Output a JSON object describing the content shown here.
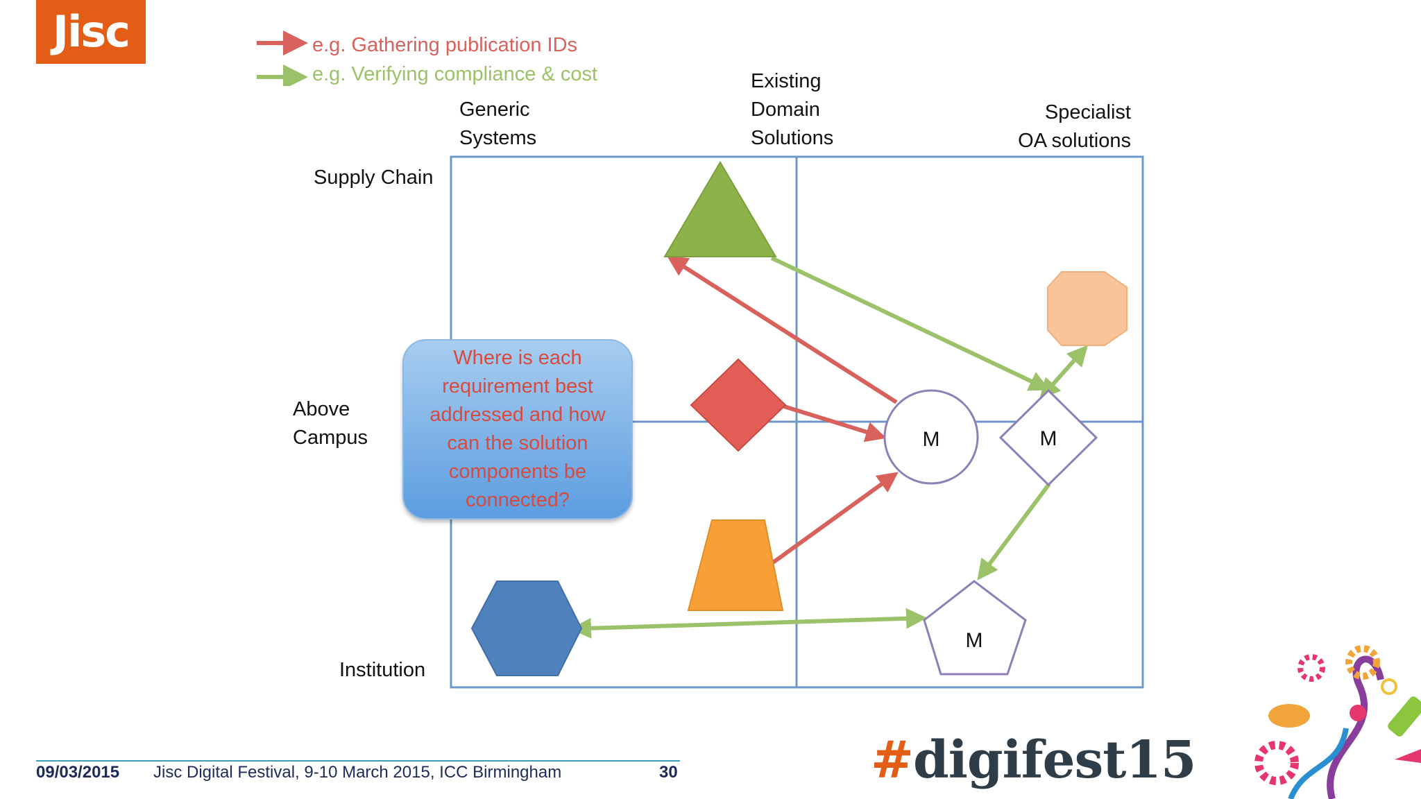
{
  "logo": {
    "text": "Jisc"
  },
  "legend": [
    {
      "text": "e.g. Gathering publication IDs",
      "color": "#d9615c"
    },
    {
      "text": "e.g. Verifying compliance & cost",
      "color": "#9bc268"
    }
  ],
  "columns": {
    "generic": [
      "Generic",
      "Systems"
    ],
    "existing": [
      "Existing",
      "Domain",
      "Solutions"
    ],
    "specialist": [
      "Specialist",
      "OA solutions"
    ]
  },
  "rows": {
    "supply_chain": "Supply Chain",
    "above_campus": [
      "Above",
      "Campus"
    ],
    "institution": "Institution"
  },
  "callout": {
    "text": "Where is each requirement best addressed and how can the solution components be connected?"
  },
  "node_label": "M",
  "footer": {
    "date": "09/03/2015",
    "event": "Jisc Digital Festival, 9-10 March 2015, ICC Birmingham",
    "page": "30"
  },
  "hashtag": {
    "hash": "#",
    "text": "digifest15"
  },
  "colors": {
    "grid": "#6b98c9",
    "triangle": "#8db24a",
    "diamond": "#e25d56",
    "trapezoid": "#f7a035",
    "hexagon": "#4f82bd",
    "octagon": "#f9c49a",
    "node_outline": "#8f7fb8",
    "red_arrow": "#d9615c",
    "green_arrow": "#9bc268"
  }
}
